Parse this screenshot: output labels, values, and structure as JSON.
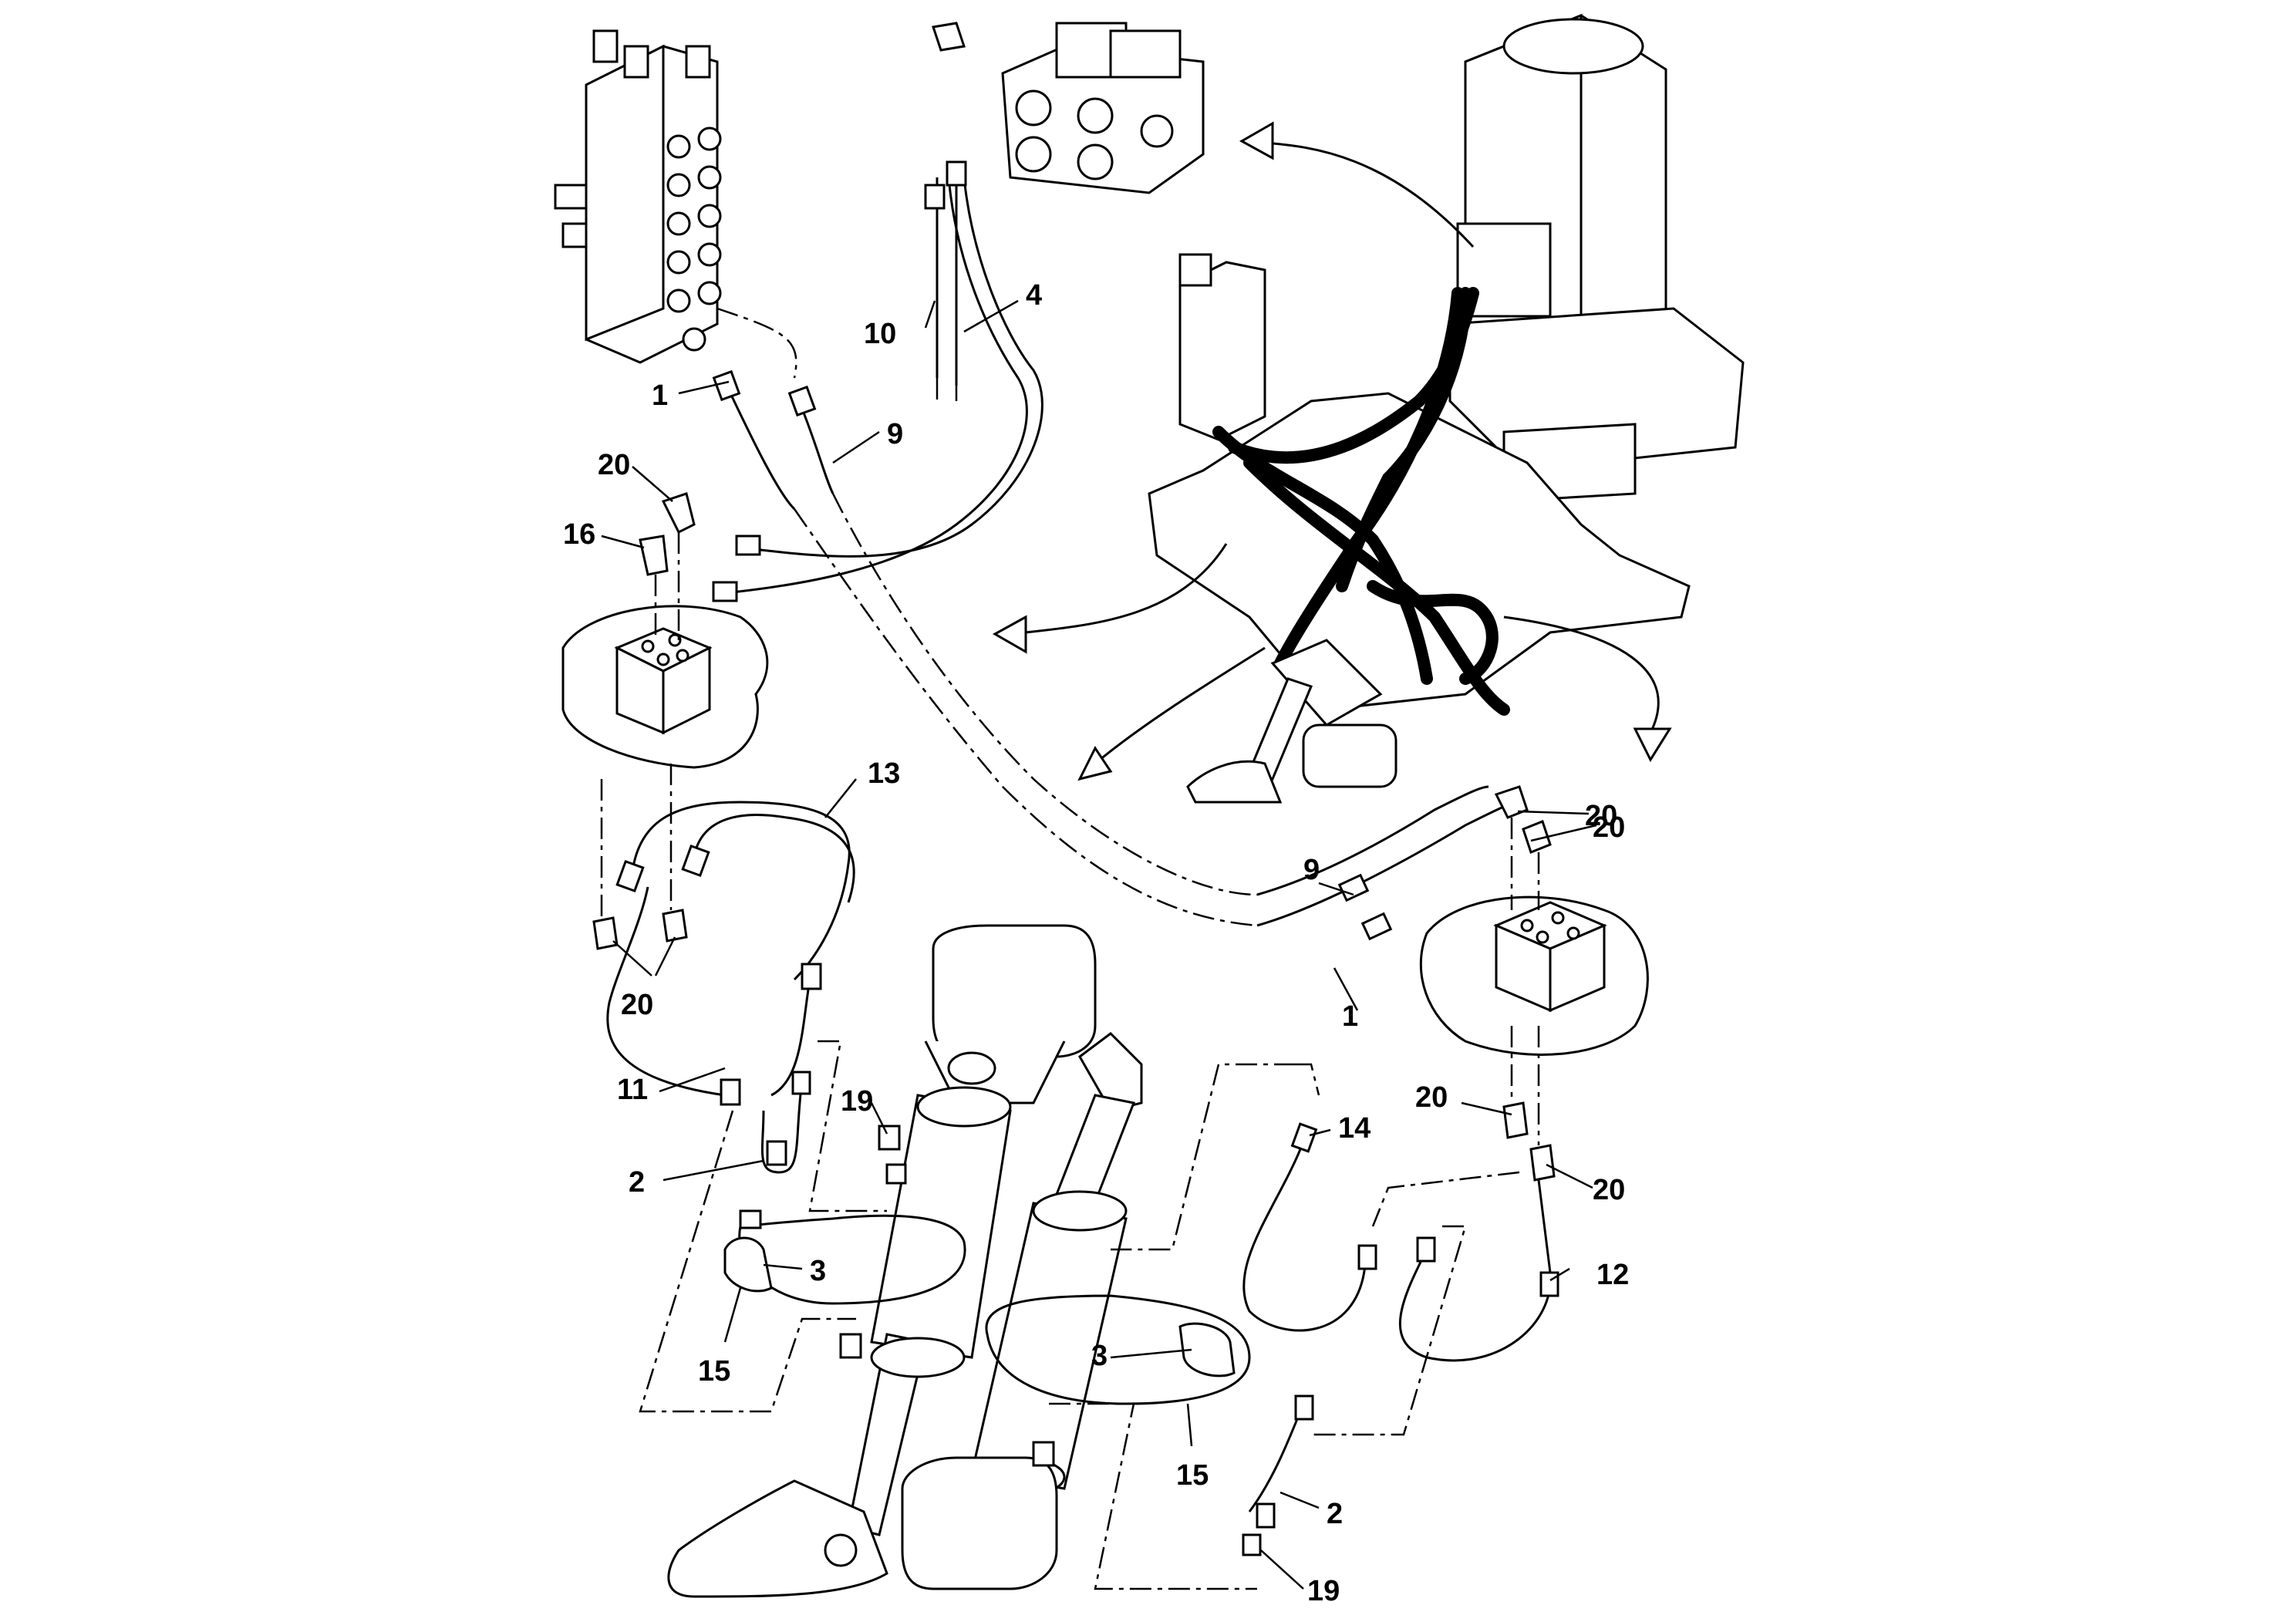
{
  "callouts": [
    {
      "id": "c1a",
      "text": "1"
    },
    {
      "id": "c1b",
      "text": "1"
    },
    {
      "id": "c2a",
      "text": "2"
    },
    {
      "id": "c2b",
      "text": "2"
    },
    {
      "id": "c3a",
      "text": "3"
    },
    {
      "id": "c3b",
      "text": "3"
    },
    {
      "id": "c4",
      "text": "4"
    },
    {
      "id": "c9a",
      "text": "9"
    },
    {
      "id": "c9b",
      "text": "9"
    },
    {
      "id": "c10",
      "text": "10"
    },
    {
      "id": "c11",
      "text": "11"
    },
    {
      "id": "c12",
      "text": "12"
    },
    {
      "id": "c13",
      "text": "13"
    },
    {
      "id": "c14",
      "text": "14"
    },
    {
      "id": "c15a",
      "text": "15"
    },
    {
      "id": "c15b",
      "text": "15"
    },
    {
      "id": "c16",
      "text": "16"
    },
    {
      "id": "c19a",
      "text": "19"
    },
    {
      "id": "c19b",
      "text": "19"
    },
    {
      "id": "c20a",
      "text": "20"
    },
    {
      "id": "c20b",
      "text": "20"
    },
    {
      "id": "c20c",
      "text": "20"
    },
    {
      "id": "c20d",
      "text": "20"
    },
    {
      "id": "c20e",
      "text": "20"
    },
    {
      "id": "c20f",
      "text": "20"
    }
  ]
}
